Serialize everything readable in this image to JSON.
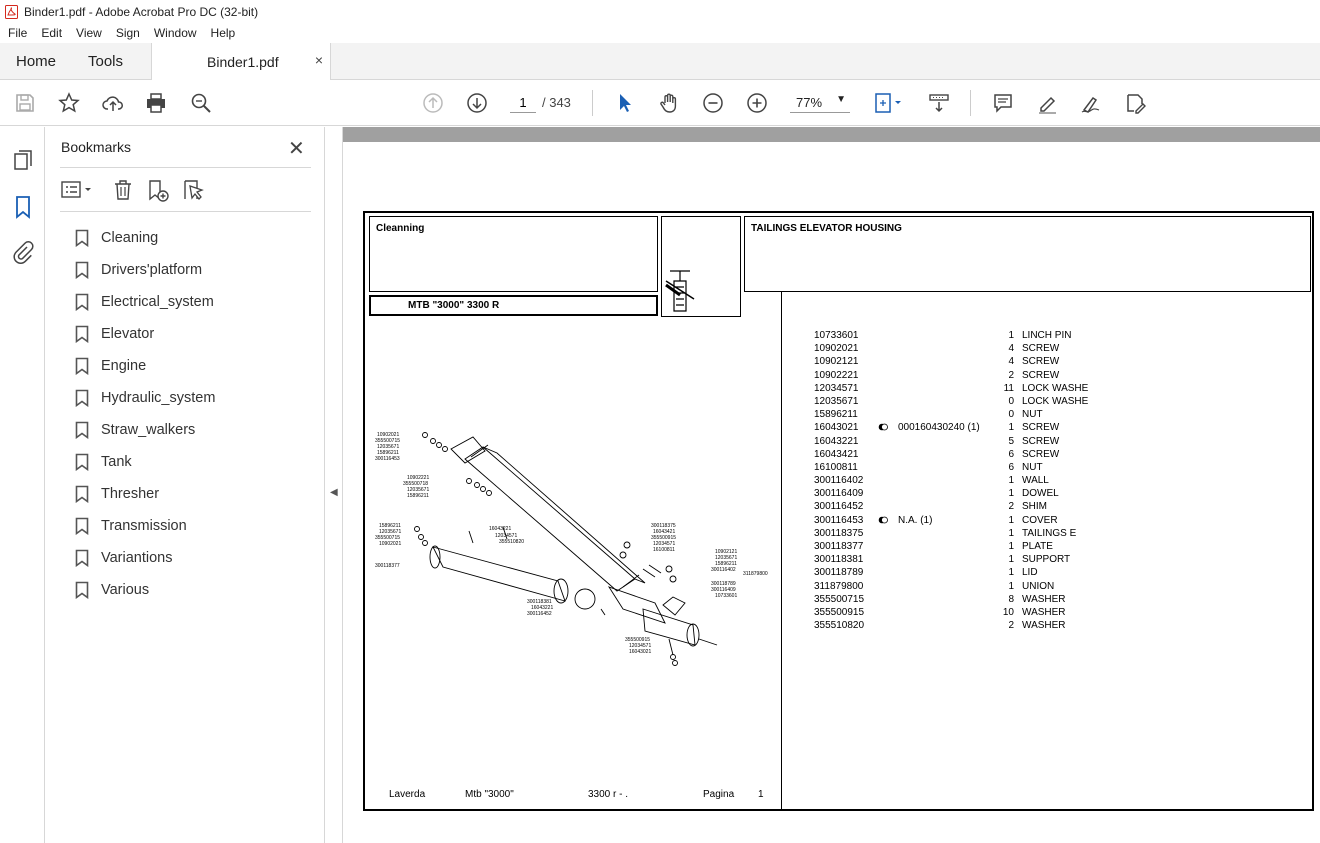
{
  "window": {
    "title": "Binder1.pdf - Adobe Acrobat Pro DC (32-bit)"
  },
  "menu": [
    "File",
    "Edit",
    "View",
    "Sign",
    "Window",
    "Help"
  ],
  "tabs": {
    "home": "Home",
    "tools": "Tools",
    "document": "Binder1.pdf",
    "close": "×"
  },
  "toolbar": {
    "page_current": "1",
    "page_total": "/ 343",
    "zoom": "77%"
  },
  "bookmarks": {
    "title": "Bookmarks",
    "items": [
      "Cleaning",
      "Drivers'platform",
      "Electrical_system",
      "Elevator",
      "Engine",
      "Hydraulic_system",
      "Straw_walkers",
      "Tank",
      "Thresher",
      "Transmission",
      "Variantions",
      "Various"
    ]
  },
  "document": {
    "section": "Cleanning",
    "model": "MTB \"3000\"  3300 R",
    "title": "TAILINGS ELEVATOR HOUSING",
    "parts": [
      {
        "code": "10733601",
        "note": "",
        "qty": "1",
        "desc": "LINCH PIN"
      },
      {
        "code": "10902021",
        "note": "",
        "qty": "4",
        "desc": "SCREW"
      },
      {
        "code": "10902121",
        "note": "",
        "qty": "4",
        "desc": "SCREW"
      },
      {
        "code": "10902221",
        "note": "",
        "qty": "2",
        "desc": "SCREW"
      },
      {
        "code": "12034571",
        "note": "",
        "qty": "11",
        "desc": "LOCK WASHE"
      },
      {
        "code": "12035671",
        "note": "",
        "qty": "0",
        "desc": "LOCK WASHE"
      },
      {
        "code": "15896211",
        "note": "",
        "qty": "0",
        "desc": "NUT"
      },
      {
        "code": "16043021",
        "note": "000160430240  (1)",
        "qty": "1",
        "desc": "SCREW"
      },
      {
        "code": "16043221",
        "note": "",
        "qty": "5",
        "desc": "SCREW"
      },
      {
        "code": "16043421",
        "note": "",
        "qty": "6",
        "desc": "SCREW"
      },
      {
        "code": "16100811",
        "note": "",
        "qty": "6",
        "desc": "NUT"
      },
      {
        "code": "300116402",
        "note": "",
        "qty": "1",
        "desc": "WALL"
      },
      {
        "code": "300116409",
        "note": "",
        "qty": "1",
        "desc": "DOWEL"
      },
      {
        "code": "300116452",
        "note": "",
        "qty": "2",
        "desc": "SHIM"
      },
      {
        "code": "300116453",
        "note": "N.A.  (1)",
        "qty": "1",
        "desc": "COVER"
      },
      {
        "code": "300118375",
        "note": "",
        "qty": "1",
        "desc": "TAILINGS E"
      },
      {
        "code": "300118377",
        "note": "",
        "qty": "1",
        "desc": "PLATE"
      },
      {
        "code": "300118381",
        "note": "",
        "qty": "1",
        "desc": "SUPPORT"
      },
      {
        "code": "300118789",
        "note": "",
        "qty": "1",
        "desc": "LID"
      },
      {
        "code": "311879800",
        "note": "",
        "qty": "1",
        "desc": "UNION"
      },
      {
        "code": "355500715",
        "note": "",
        "qty": "8",
        "desc": "WASHER"
      },
      {
        "code": "355500915",
        "note": "",
        "qty": "10",
        "desc": "WASHER"
      },
      {
        "code": "355510820",
        "note": "",
        "qty": "2",
        "desc": "WASHER"
      }
    ],
    "footer": {
      "brand": "Laverda",
      "model": "Mtb \"3000\"",
      "variant": "3300 r - .",
      "page_label": "Pagina",
      "page_num": "1"
    },
    "drawing_labels": {
      "a1": "10902021",
      "a2": "355500715",
      "a3": "12035671",
      "a4": "15896211",
      "a5": "300116453",
      "b1": "10902221",
      "b2": "355500718",
      "b3": "12035671",
      "b4": "15896211",
      "c1": "15896211",
      "c2": "12035671",
      "c3": "355500715",
      "c4": "10902021",
      "c5": "300118377",
      "d1": "16043221",
      "d2": "12034571",
      "d3": "355510820",
      "e1": "300118375",
      "e2": "16043421",
      "e3": "355500915",
      "e4": "12034571",
      "e5": "16100811",
      "f1": "10902121",
      "f2": "12035671",
      "f3": "15896211",
      "f4": "300116402",
      "f5": "311879800",
      "g1": "300118789",
      "g2": "300116409",
      "g3": "10733601",
      "h1": "300118381",
      "h2": "16043221",
      "h3": "300116452",
      "i1": "355500915",
      "i2": "12034571",
      "i3": "16043021"
    }
  }
}
